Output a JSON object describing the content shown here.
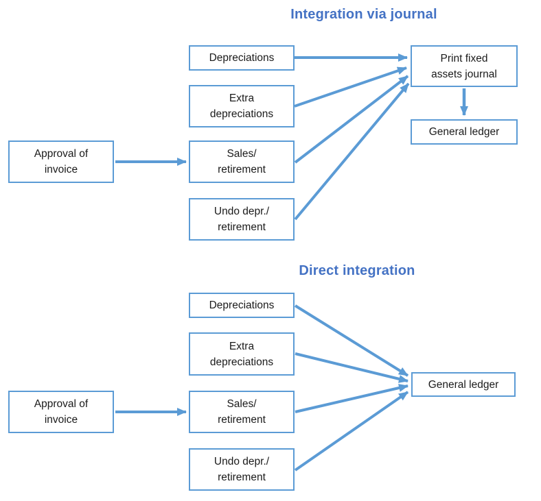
{
  "journal": {
    "title": "Integration via journal",
    "nodes": {
      "depreciations": "Depreciations",
      "extra_depreciations": "Extra\ndepreciations",
      "approval": "Approval of\ninvoice",
      "sales_retirement": "Sales/\nretirement",
      "undo_retirement": "Undo depr./\nretirement",
      "print_journal": "Print fixed\nassets journal",
      "general_ledger": "General ledger"
    },
    "edges": [
      {
        "from": "Approval of invoice",
        "to": "Sales/retirement"
      },
      {
        "from": "Depreciations",
        "to": "Print fixed assets journal"
      },
      {
        "from": "Extra depreciations",
        "to": "Print fixed assets journal"
      },
      {
        "from": "Sales/retirement",
        "to": "Print fixed assets journal"
      },
      {
        "from": "Undo depr./retirement",
        "to": "Print fixed assets journal"
      },
      {
        "from": "Print fixed assets journal",
        "to": "General ledger"
      }
    ]
  },
  "direct": {
    "title": "Direct integration",
    "nodes": {
      "depreciations": "Depreciations",
      "extra_depreciations": "Extra\ndepreciations",
      "approval": "Approval of\ninvoice",
      "sales_retirement": "Sales/\nretirement",
      "undo_retirement": "Undo depr./\nretirement",
      "general_ledger": "General ledger"
    },
    "edges": [
      {
        "from": "Approval of invoice",
        "to": "Sales/retirement"
      },
      {
        "from": "Depreciations",
        "to": "General ledger"
      },
      {
        "from": "Extra depreciations",
        "to": "General ledger"
      },
      {
        "from": "Sales/retirement",
        "to": "General ledger"
      },
      {
        "from": "Undo depr./retirement",
        "to": "General ledger"
      }
    ]
  },
  "colors": {
    "title_blue": "#4472C4",
    "shape_blue": "#5B9BD5",
    "box_text": "#1a1a1a",
    "background": "#ffffff"
  }
}
